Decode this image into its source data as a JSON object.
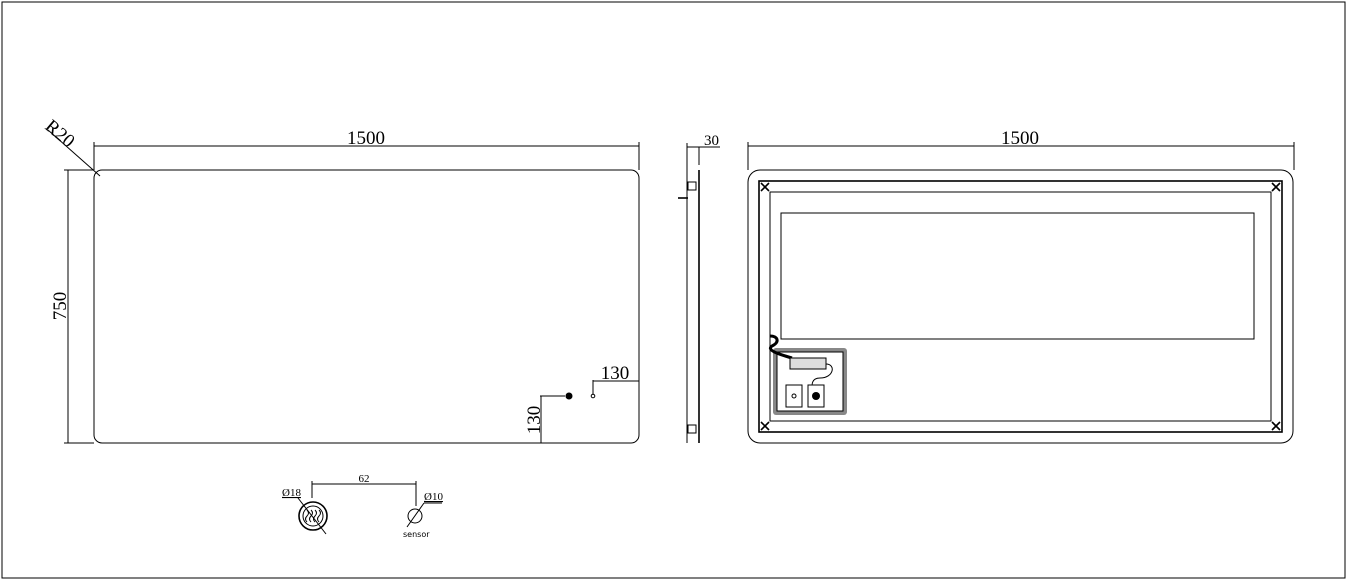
{
  "front_view": {
    "corner_radius_label": "R20",
    "width_label": "1500",
    "height_label": "750",
    "sensor_offset_x_label": "130",
    "sensor_offset_y_label": "130"
  },
  "side_view": {
    "depth_label": "30"
  },
  "back_view": {
    "width_label": "1500"
  },
  "switch_detail": {
    "spacing_label": "62",
    "touch_switch_diameter_label": "Ø18",
    "sensor_diameter_label": "Ø10",
    "sensor_label": "sensor"
  }
}
